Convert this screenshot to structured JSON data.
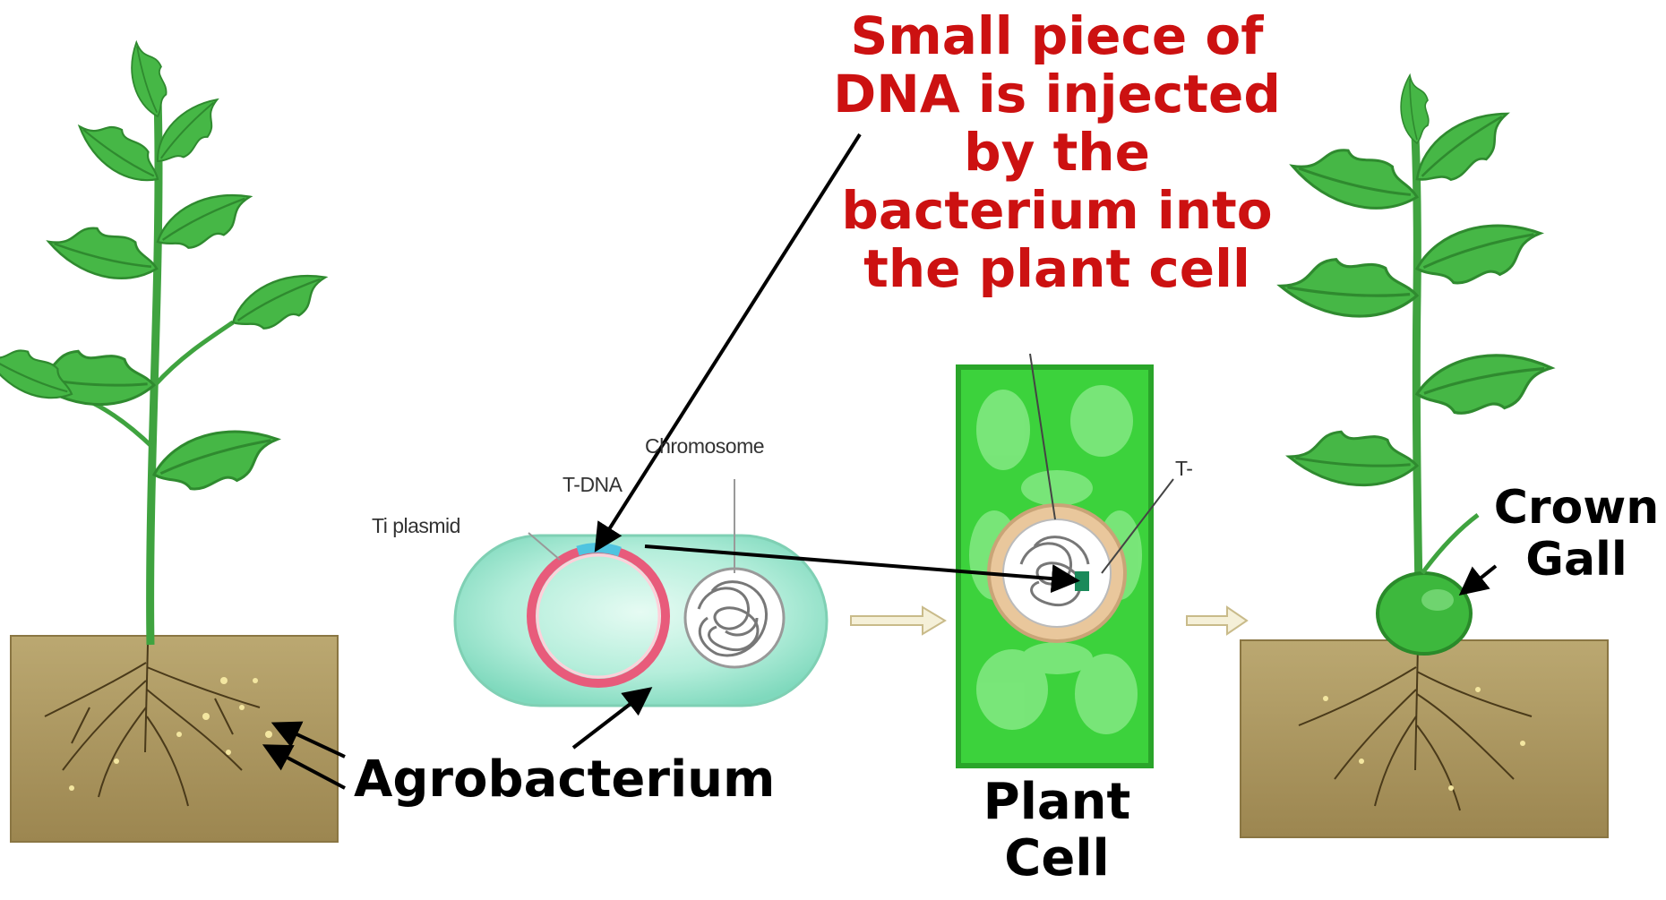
{
  "headline": {
    "line1": "Small piece of",
    "line2": "DNA is injected",
    "line3": "by the",
    "line4": "bacterium into",
    "line5": "the plant cell"
  },
  "labels": {
    "agrobacterium": "Agrobacterium",
    "plant_cell_1": "Plant",
    "plant_cell_2": "Cell",
    "crown_gall_1": "Crown",
    "crown_gall_2": "Gall"
  },
  "small_labels": {
    "chromosome": "Chromosome",
    "t_dna": "T-DNA",
    "ti_plasmid": "Ti plasmid",
    "t_partial": "T-"
  },
  "colors": {
    "headline": "#cc1111",
    "leaf": "#3fae3f",
    "soil": "#a8935e",
    "cell_green": "#3cd23c",
    "bacterium": "#9fe5cf",
    "plasmid": "#e85b7b",
    "t_dna": "#4fc4e0"
  }
}
